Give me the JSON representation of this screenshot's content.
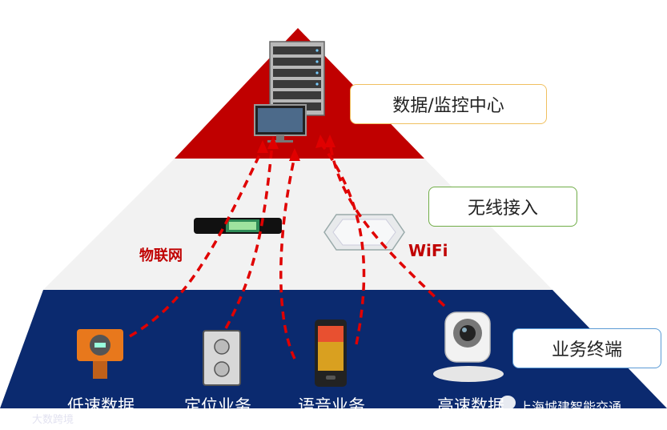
{
  "layers": {
    "top": {
      "label": "数据/监控中心",
      "border_color": "#f0c060",
      "fill": "#c00000"
    },
    "middle": {
      "label": "无线接入",
      "border_color": "#70ad47",
      "fill": "#f2f2f2"
    },
    "bottom": {
      "label": "业务终端",
      "border_color": "#5b9bd5",
      "fill": "#0b2a6f"
    }
  },
  "tech": {
    "iot": "物联网",
    "wifi": "WiFi"
  },
  "terminals": [
    "低速数据",
    "定位业务",
    "语音业务",
    "高速数据"
  ],
  "watermarks": {
    "left": "大数跨境",
    "right": "上海城建智能交通"
  },
  "colors": {
    "arrow": "#e00000"
  }
}
